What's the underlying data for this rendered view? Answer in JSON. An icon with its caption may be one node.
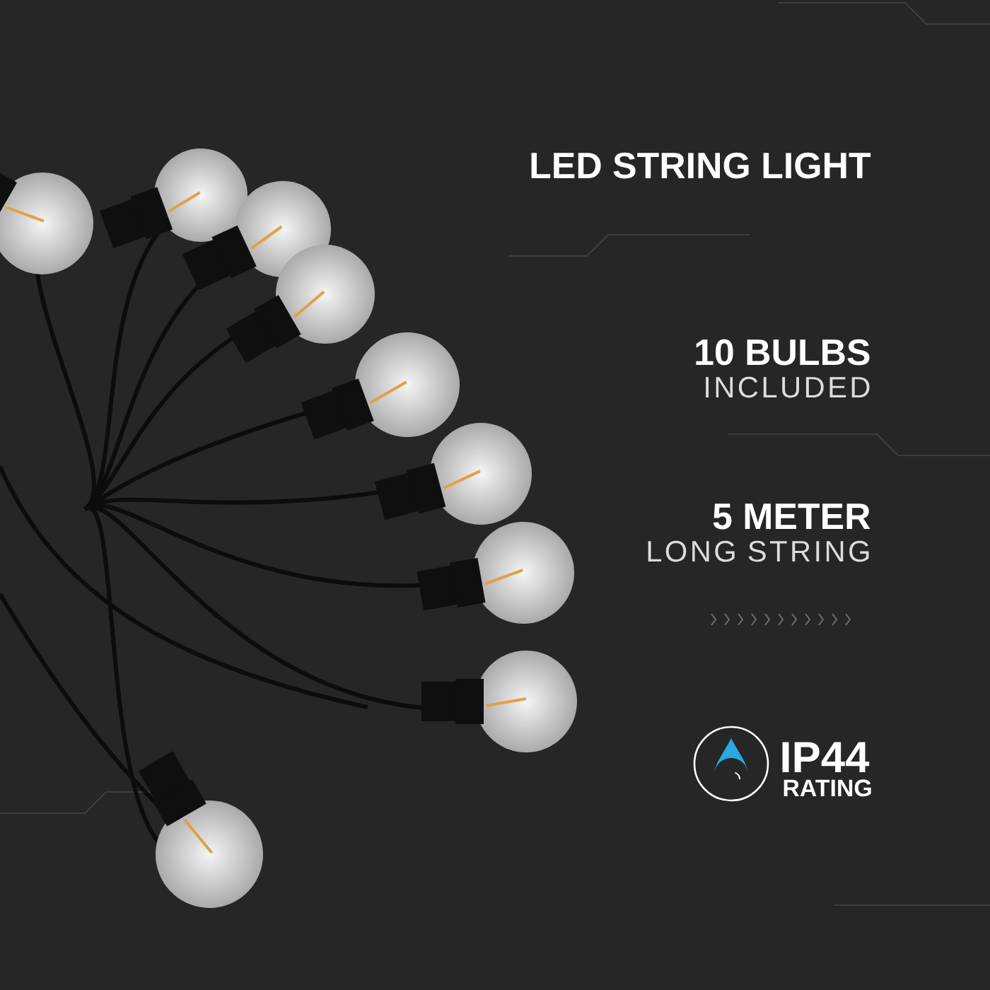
{
  "diagram": {
    "title": "LED STRING LIGHT",
    "labels": [
      "10 BULBS",
      "INCLUDED",
      "5 METER",
      "LONG STRING",
      "IP44",
      "RATING"
    ]
  }
}
